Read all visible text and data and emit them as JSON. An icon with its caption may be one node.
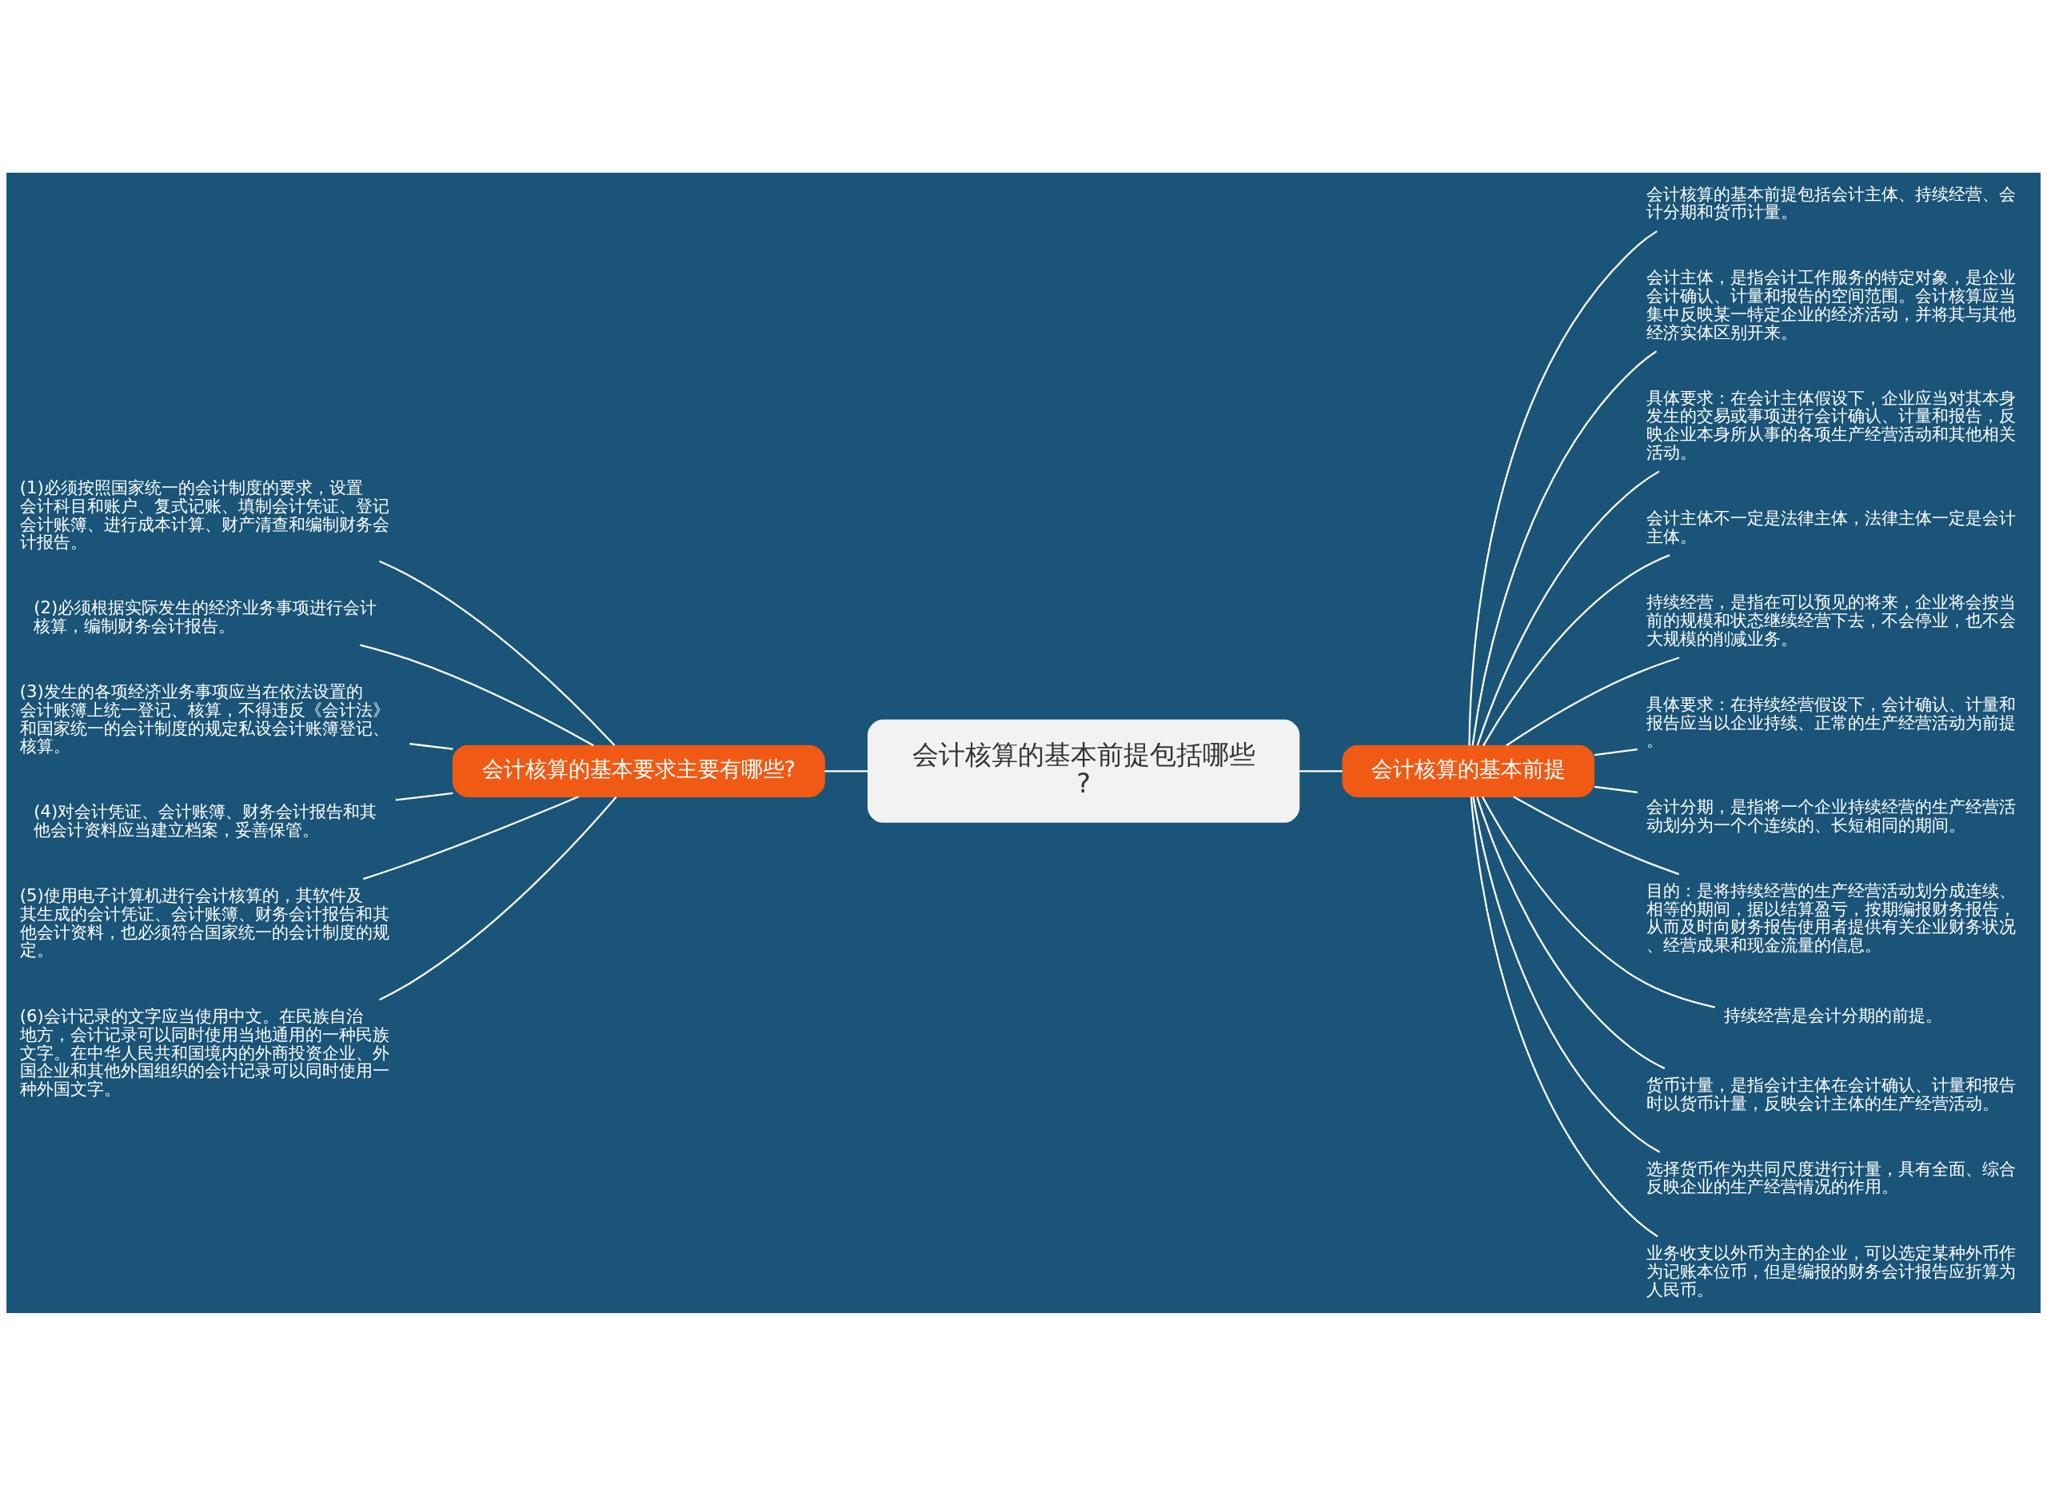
{
  "diagram": {
    "nodes": [
      {
        "text": [
          "会计核算的基本前提包括哪些?"
        ]
      },
      {
        "text": [
          "会计核算的基本要求主要有哪些?"
        ]
      },
      {
        "text": [
          "(1)必须按照国家统一的会计制度的要求，设置会计科目和账户、复式记账、填制会计凭证、登记会计账簿、进行成本计算、财产清查和编制财务会计报告。"
        ]
      },
      {
        "text": [
          "(2)必须根据实际发生的经济业务事项进行会计核算，编制财务会计报告。"
        ]
      },
      {
        "text": [
          "(3)发生的各项经济业务事项应当在依法设置的会计账簿上统一登记、核算，不得违反《会计法》和国家统一的会计制度的规定私设会计账簿登记、核算。"
        ]
      },
      {
        "text": [
          "(4)对会计凭证、会计账簿、财务会计报告和其他会计资料应当建立档案，妥善保管。"
        ]
      },
      {
        "text": [
          "(5)使用电子计算机进行会计核算的，其软件及其生成的会计凭证、会计账簿、财务会计报告和其他会计资料，也必须符合国家统一的会计制度的规定。"
        ]
      },
      {
        "text": [
          "(6)会计记录的文字应当使用中文。在民族自治地方，会计记录可以同时使用当地通用的一种民族文字。在中华人民共和国境内的外商投资企业、外国企业和其他外国组织的会计记录可以同时使用一种外国文字。"
        ]
      },
      {
        "text": [
          "会计核算的基本前提"
        ]
      },
      {
        "text": [
          "会计核算的基本前提包括会计主体、持续经营、会计分期和货币计量。"
        ]
      },
      {
        "text": [
          "会计主体，是指会计工作服务的特定对象，是企业会计确认、计量和报告的空间范围。会计核算应当集中反映某一特定企业的经济活动，并将其与其他经济实体区别开来。"
        ]
      },
      {
        "text": [
          "具体要求：在会计主体假设下，企业应当对其本身发生的交易或事项进行会计确认、计量和报告，反映企业本身所从事的各项生产经营活动和其他相关活动。"
        ]
      },
      {
        "text": [
          "会计主体不一定是法律主体，法律主体一定是会计主体。"
        ]
      },
      {
        "text": [
          "持续经营，是指在可以预见的将来，企业将会按当前的规模和状态继续经营下去，不会停业，也不会大规模的削减业务。"
        ]
      },
      {
        "text": [
          "具体要求：在持续经营假设下，会计确认、计量和报告应当以企业持续、正常的生产经营活动为前提。"
        ]
      },
      {
        "text": [
          "会计分期，是指将一个企业持续经营的生产经营活动划分为一个个连续的、长短相同的期间。"
        ]
      },
      {
        "text": [
          "目的：是将持续经营的生产经营活动划分成连续、相等的期间，据以结算盈亏，按期编报财务报告，从而及时向财务报告使用者提供有关企业财务状况、经营成果和现金流量的信息。"
        ]
      },
      {
        "text": [
          "持续经营是会计分期的前提。"
        ]
      },
      {
        "text": [
          "货币计量，是指会计主体在会计确认、计量和报告时以货币计量，反映会计主体的生产经营活动。"
        ]
      },
      {
        "text": [
          "选择货币作为共同尺度进行计量，具有全面、综合反映企业的生产经营情况的作用。"
        ]
      },
      {
        "text": [
          "业务收支以外币为主的企业，可以选定某种外币作为记账本位币，但是编报的财务会计报告应折算为人民币。"
        ]
      }
    ],
    "edges": [
      {
        "from": 0,
        "to": 1,
        "arrow": "none"
      },
      {
        "from": 1,
        "to": 2,
        "arrow": "none"
      },
      {
        "from": 1,
        "to": 3,
        "arrow": "none"
      },
      {
        "from": 1,
        "to": 4,
        "arrow": "none"
      },
      {
        "from": 1,
        "to": 5,
        "arrow": "none"
      },
      {
        "from": 1,
        "to": 6,
        "arrow": "none"
      },
      {
        "from": 1,
        "to": 7,
        "arrow": "none"
      },
      {
        "from": 0,
        "to": 8,
        "arrow": "none"
      },
      {
        "from": 8,
        "to": 9,
        "arrow": "none"
      },
      {
        "from": 8,
        "to": 10,
        "arrow": "none"
      },
      {
        "from": 8,
        "to": 11,
        "arrow": "none"
      },
      {
        "from": 8,
        "to": 12,
        "arrow": "none"
      },
      {
        "from": 8,
        "to": 13,
        "arrow": "none"
      },
      {
        "from": 8,
        "to": 14,
        "arrow": "none"
      },
      {
        "from": 8,
        "to": 15,
        "arrow": "none"
      },
      {
        "from": 8,
        "to": 16,
        "arrow": "none"
      },
      {
        "from": 8,
        "to": 17,
        "arrow": "none"
      },
      {
        "from": 8,
        "to": 18,
        "arrow": "none"
      },
      {
        "from": 8,
        "to": 19,
        "arrow": "none"
      },
      {
        "from": 8,
        "to": 20,
        "arrow": "none"
      }
    ]
  }
}
